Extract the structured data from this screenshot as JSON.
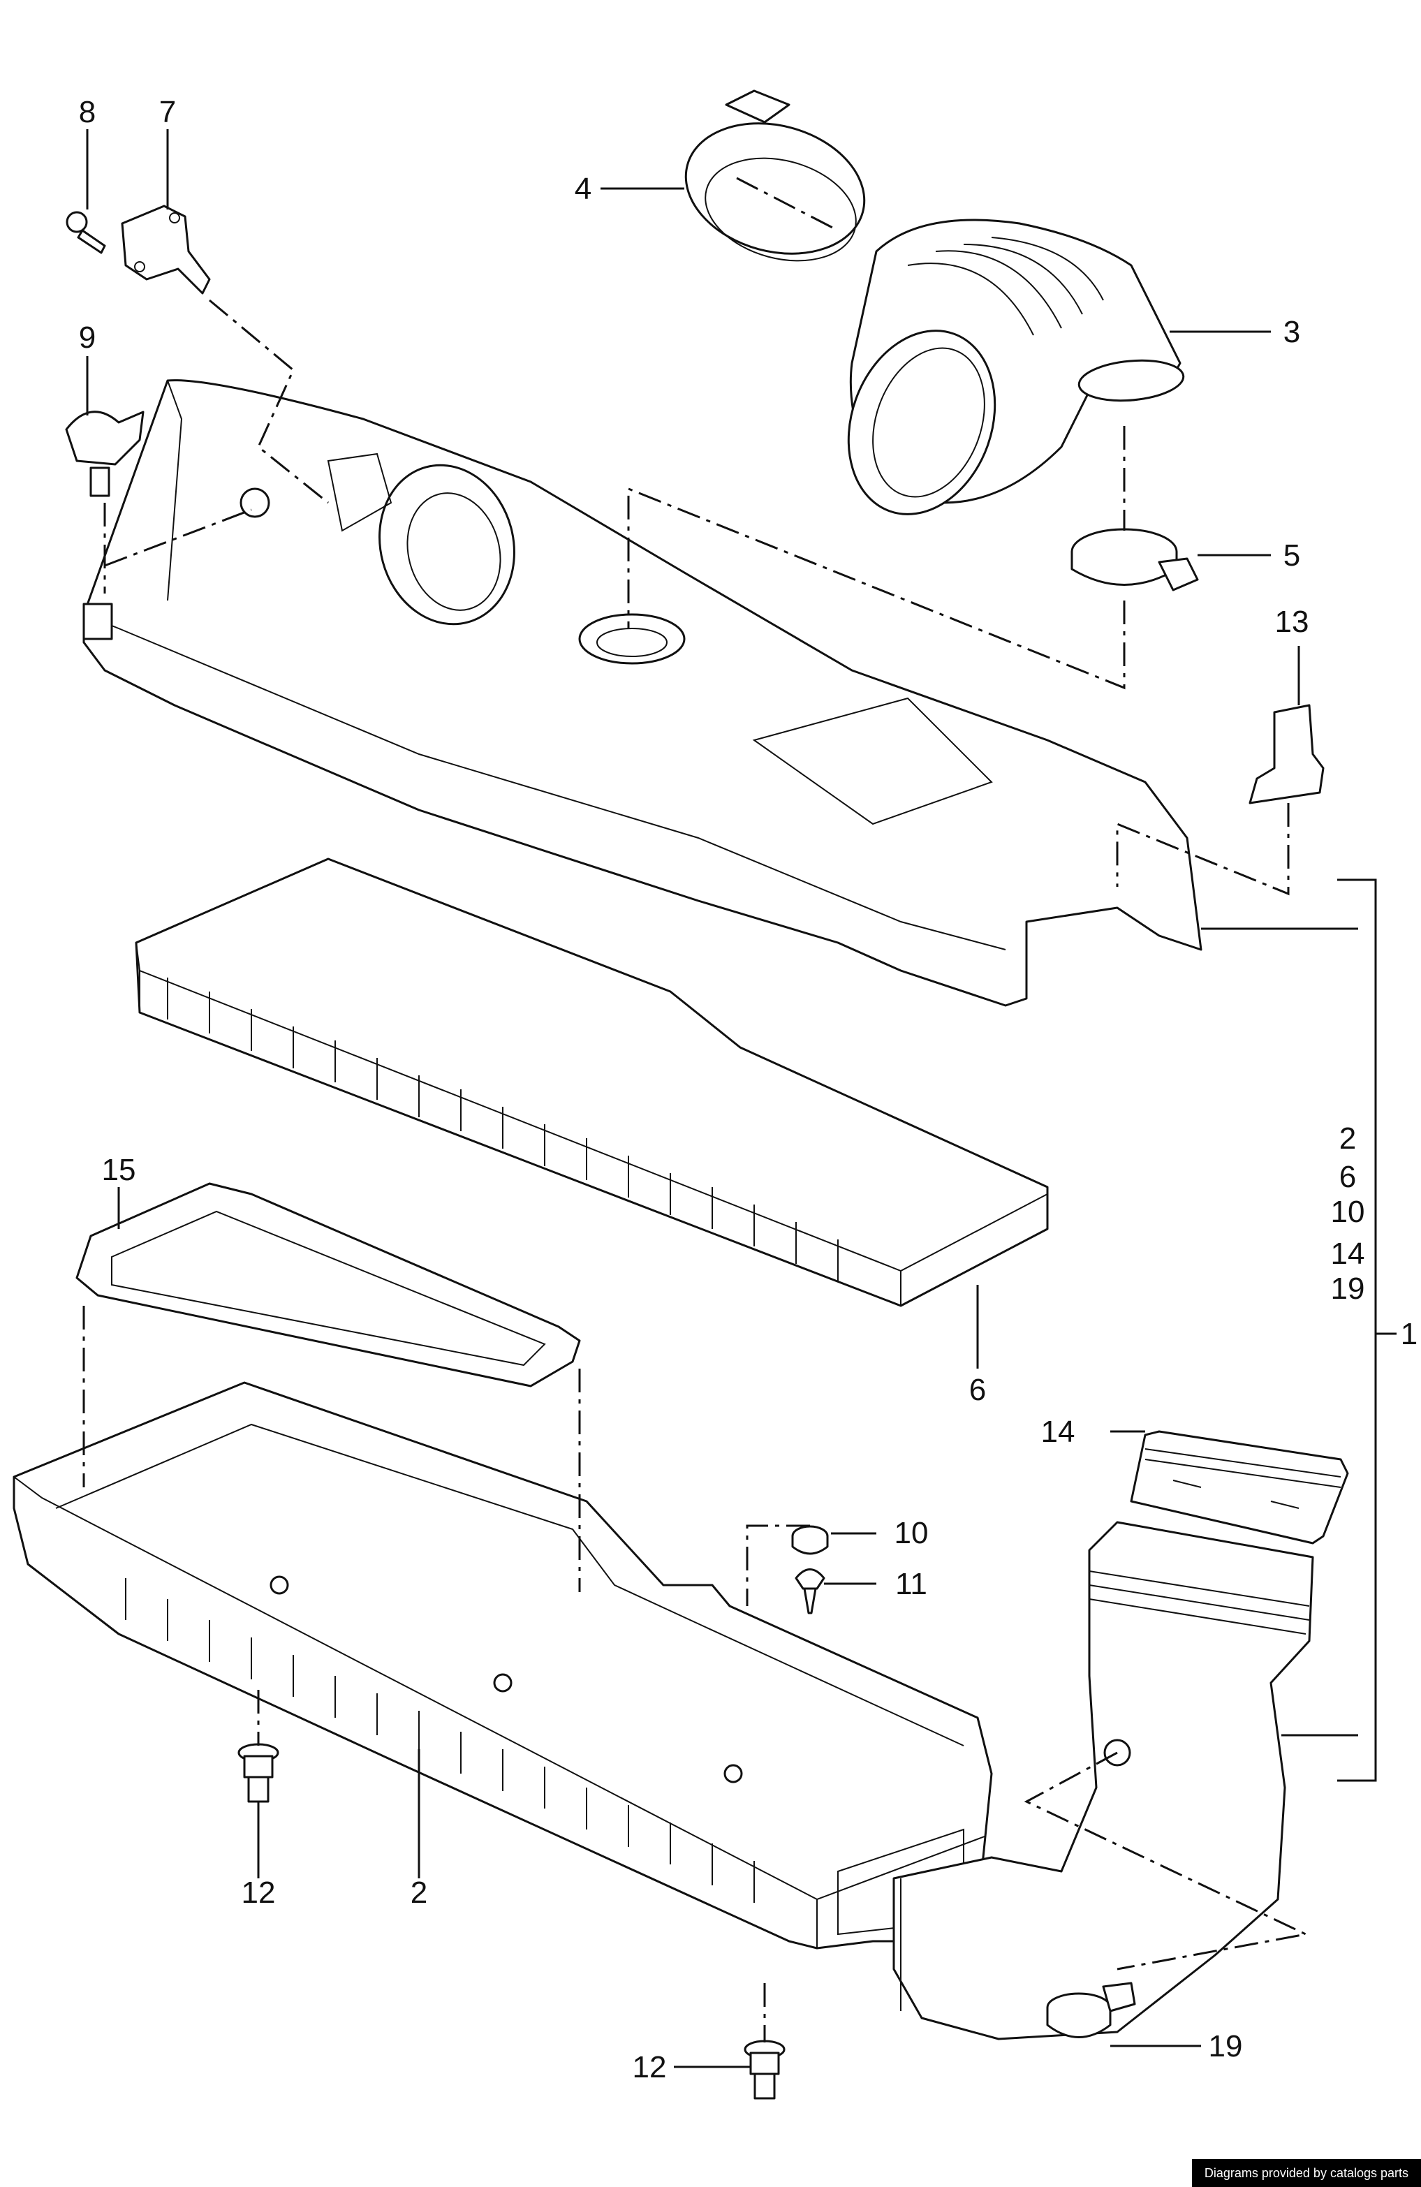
{
  "callouts": {
    "c1": "1",
    "c2": "2",
    "c2b": "2",
    "c3": "3",
    "c4": "4",
    "c5": "5",
    "c6": "6",
    "c7": "7",
    "c8": "8",
    "c9": "9",
    "c10": "10",
    "c11": "11",
    "c12": "12",
    "c12b": "12",
    "c13": "13",
    "c14": "14",
    "c15": "15",
    "c19": "19"
  },
  "bracket_list": [
    "2",
    "6",
    "10",
    "14",
    "19"
  ],
  "credit": "Diagrams provided by catalogs parts"
}
